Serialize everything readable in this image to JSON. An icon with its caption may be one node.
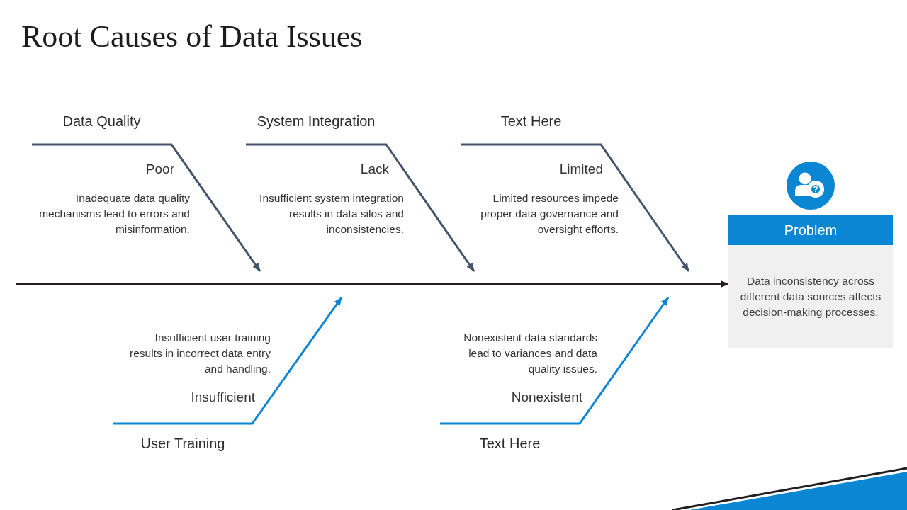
{
  "diagram": {
    "title": "Root Causes of Data Issues",
    "nodes": [
      {
        "text": [
          "Data Quality"
        ],
        "beside": [
          "Poor",
          "Inadequate data quality mechanisms lead to errors and misinformation."
        ]
      },
      {
        "text": [
          "System Integration"
        ],
        "beside": [
          "Lack",
          "Insufficient system integration results in data silos and inconsistencies."
        ]
      },
      {
        "text": [
          "Text Here"
        ],
        "beside": [
          "Limited",
          "Limited resources impede proper data governance and oversight efforts."
        ]
      },
      {
        "text": [
          "Problem",
          "Data inconsistency across different data sources affects decision-making processes."
        ]
      },
      {
        "text": [
          "User Training"
        ],
        "beside": [
          "Insufficient user training results in incorrect data entry and handling.",
          "Insufficient"
        ]
      },
      {
        "text": [
          "Text Here"
        ],
        "beside": [
          "Nonexistent data standards lead to variances and data quality issues.",
          "Nonexistent"
        ]
      }
    ],
    "edges": [
      {
        "from": 0,
        "to": null,
        "arrow": "to"
      },
      {
        "from": 1,
        "to": null,
        "arrow": "to"
      },
      {
        "from": 2,
        "to": null,
        "arrow": "to"
      },
      {
        "from": 4,
        "to": null,
        "arrow": "to",
        "color": "#0b86d3"
      },
      {
        "from": 5,
        "to": null,
        "arrow": "to",
        "color": "#0b86d3"
      },
      {
        "from": null,
        "to": 3,
        "arrow": "to",
        "color": "#231f20"
      }
    ]
  }
}
